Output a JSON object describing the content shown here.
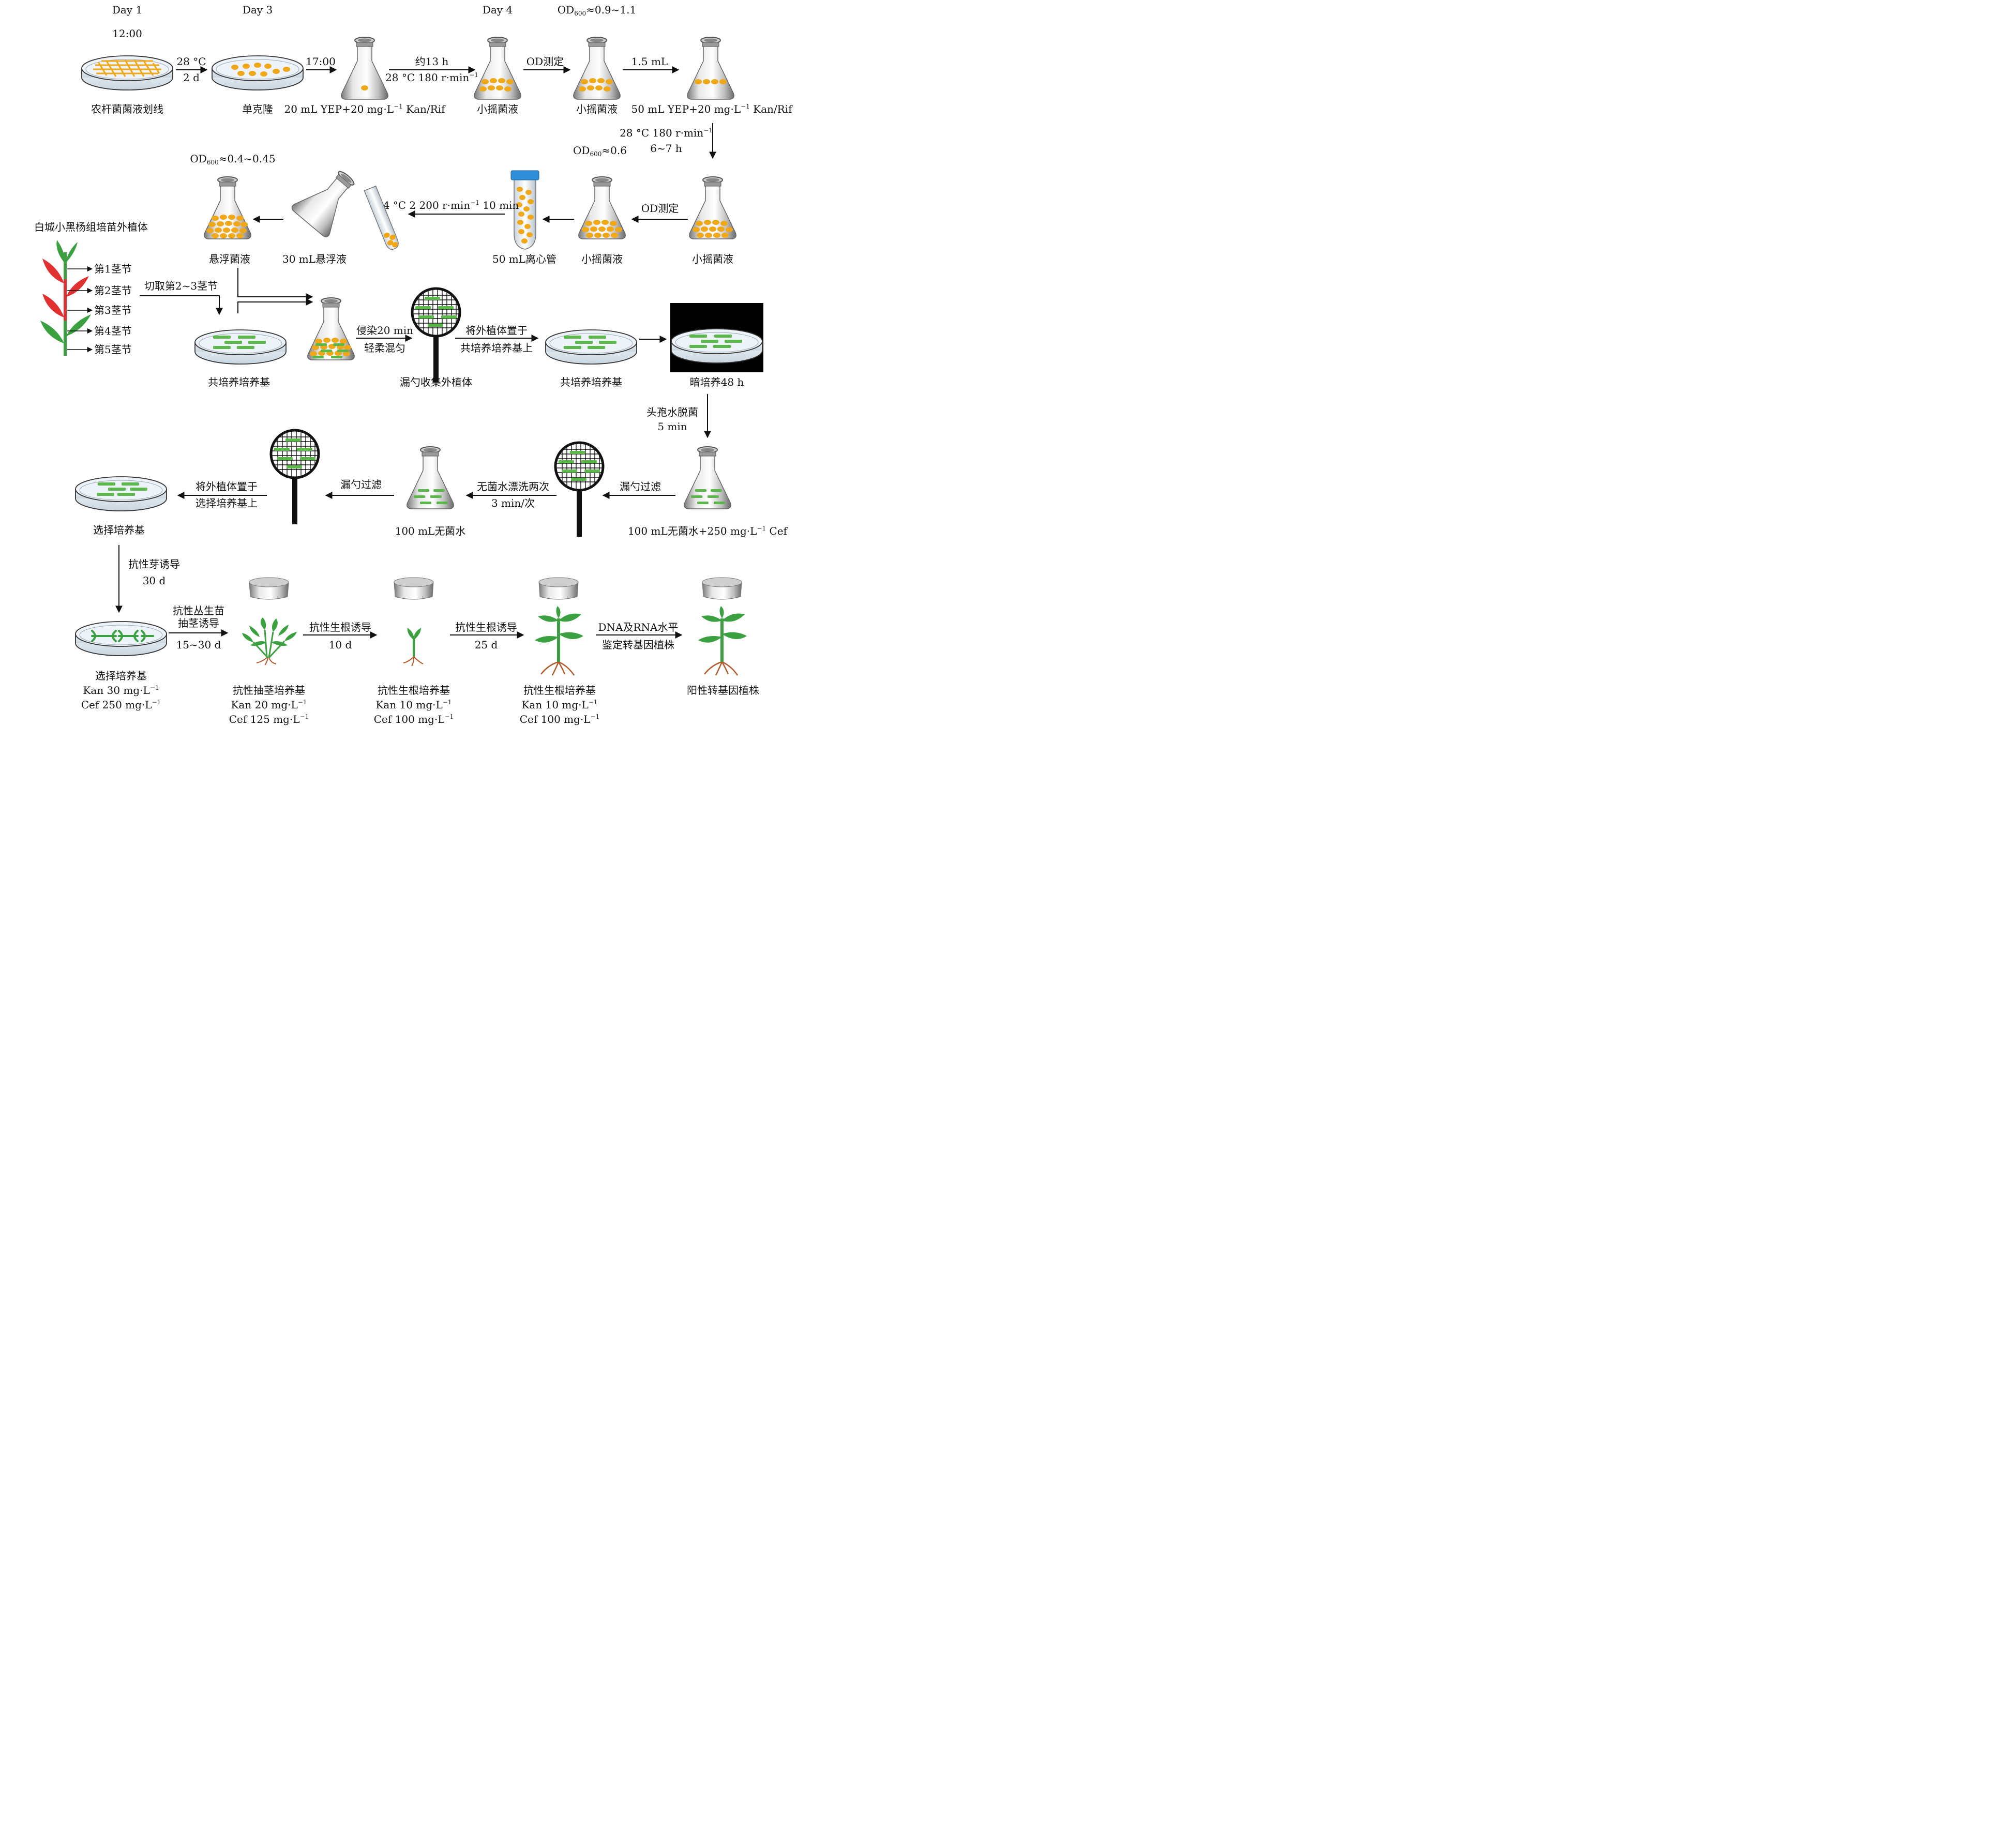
{
  "timeline": {
    "day1": "Day 1",
    "time1200": "12:00",
    "day3": "Day 3",
    "time1700": "17:00",
    "day4": "Day 4"
  },
  "row1": {
    "plate_streak": "农杆菌菌液划线",
    "arrow1_top": "28 °C",
    "arrow1_bottom": "2 d",
    "single_colony": "单克隆",
    "flask1_label": "20 mL YEP+20 mg·L",
    "flask1_sup": "−1",
    "flask1_tail": " Kan/Rif",
    "arrow3_top": "约13 h",
    "arrow3_bottom": "28 °C 180 r·min",
    "arrow3_sup": "−1",
    "small_culture": "小摇菌液",
    "od_top_prefix": "OD",
    "od_sub": "600",
    "od_top_value": "≈0.9~1.1",
    "arrow4": "OD测定",
    "arrow5": "1.5 mL",
    "flask4_label": "50 mL YEP+20 mg·L",
    "flask4_sup": "−1",
    "flask4_tail": " Kan/Rif"
  },
  "row2": {
    "down_arrow_top": "28 °C 180 r·min",
    "down_arrow_sup": "−1",
    "down_arrow_bottom": "6~7 h",
    "od_prefix": "OD",
    "od_sub": "600",
    "od_right_value": "≈0.6",
    "od_left_value": "≈0.4~0.45",
    "arrow_od": "OD测定",
    "small_culture": "小摇菌液",
    "tube_label": "50 mL离心管",
    "centrifuge_label": "4 °C 2 200 r·min",
    "centrifuge_sup": "−1",
    "centrifuge_tail": " 10 min",
    "resuspension": "30 mL悬浮液",
    "suspension": "悬浮菌液"
  },
  "plant": {
    "title": "白城小黑杨组培苗外植体",
    "node1": "第1茎节",
    "node2": "第2茎节",
    "node3": "第3茎节",
    "node4": "第4茎节",
    "node5": "第5茎节",
    "cut": "切取第2~3茎节"
  },
  "row3": {
    "cocult_medium": "共培养培养基",
    "infect_top": "侵染20 min",
    "infect_bottom": "轻柔混匀",
    "spoon_collect": "漏勺收集外植体",
    "place_top": "将外植体置于",
    "place_bottom": "共培养培养基上",
    "cocult_medium2": "共培养培养基",
    "dark": "暗培养48 h"
  },
  "row4": {
    "down_top": "头孢水脱菌",
    "down_bottom": "5 min",
    "cef_flask": "100 mL无菌水+250 mg·L",
    "cef_sup": "−1",
    "cef_tail": " Cef",
    "filter1": "漏勺过滤",
    "wash_top": "无菌水漂洗两次",
    "wash_bottom": "3 min/次",
    "water_flask": "100 mL无菌水",
    "filter2": "漏勺过滤",
    "place_top": "将外植体置于",
    "place_bottom": "选择培养基上",
    "select_medium": "选择培养基"
  },
  "row5": {
    "down_top": "抗性芽诱导",
    "down_bottom": "30 d",
    "sel_title": "选择培养基",
    "sel_kan": "Kan 30 mg·L",
    "sel_cef": "Cef 250 mg·L",
    "sup": "−1",
    "arrow1_top": "抗性丛生苗",
    "arrow1_mid": "抽茎诱导",
    "arrow1_bottom": "15~30 d",
    "stem_title": "抗性抽茎培养基",
    "stem_kan": "Kan 20 mg·L",
    "stem_cef": "Cef 125 mg·L",
    "arrow2_top": "抗性生根诱导",
    "arrow2_bottom": "10 d",
    "root1_title": "抗性生根培养基",
    "root1_kan": "Kan 10 mg·L",
    "root1_cef": "Cef 100 mg·L",
    "arrow3_top": "抗性生根诱导",
    "arrow3_bottom": "25 d",
    "root2_title": "抗性生根培养基",
    "root2_kan": "Kan 10 mg·L",
    "root2_cef": "Cef 100 mg·L",
    "arrow4_top": "DNA及RNA水平",
    "arrow4_bottom": "鉴定转基因植株",
    "positive": "阳性转基因植株"
  },
  "colors": {
    "bacteria": "#f0a818",
    "explant": "#5cb84a",
    "leaf_red": "#e03030",
    "leaf_green": "#3aa040",
    "root": "#b25a2a",
    "dark_box": "#000000"
  }
}
